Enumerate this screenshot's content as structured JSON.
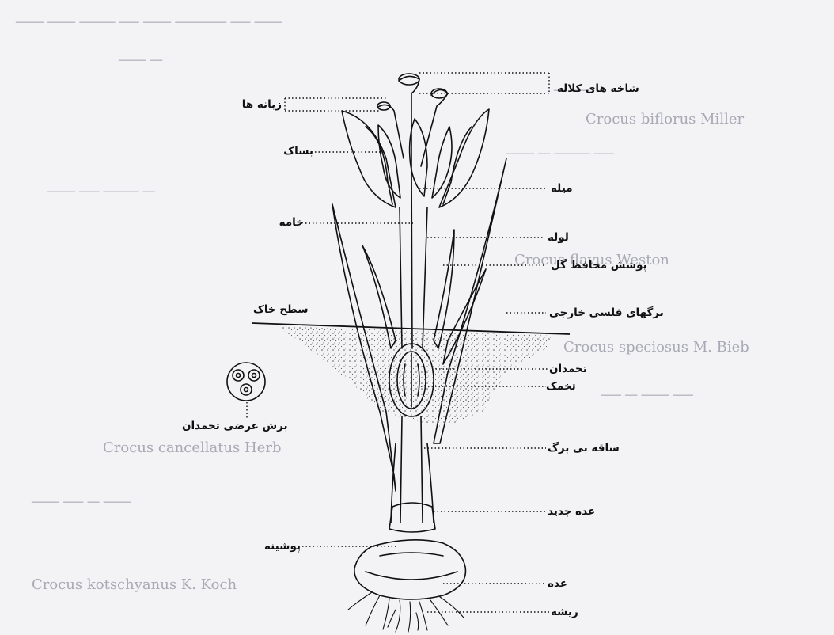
{
  "diagram": {
    "labels": {
      "stigma_branches": "شاخه های کلاله",
      "anthers": "زبانه ها",
      "stamen": "بساک",
      "filament": "میله",
      "style": "خامه",
      "tube": "لوله",
      "spathe": "پوشش محافظ گل",
      "ground_surface": "سطح خاک",
      "outer_scale_leaves": "برگهای فلسی خارجی",
      "ovary": "تخمدان",
      "ovule": "تخمک",
      "ovary_cross_section": "برش عرضی تخمدان",
      "leafless_stem": "ساقه بی برگ",
      "new_corm": "غده جدید",
      "tunic": "پوشینه",
      "corm": "غده",
      "roots": "ریشه"
    }
  },
  "background_text": {
    "latin": [
      "Crocus biflorus Miller",
      "Crocus flavus Weston",
      "Crocus speciosus M. Bieb",
      "Crocus cancellatus Herb",
      "Crocus kotschyanus K. Koch"
    ]
  }
}
